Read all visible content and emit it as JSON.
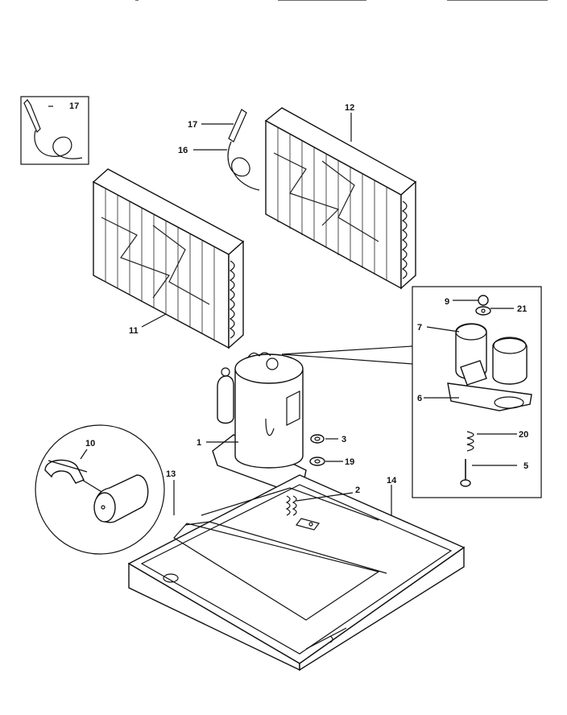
{
  "callouts": {
    "c1": "1",
    "c2": "2",
    "c3": "3",
    "c5": "5",
    "c6": "6",
    "c7": "7",
    "c9": "9",
    "c10": "10",
    "c11": "11",
    "c12": "12",
    "c13": "13",
    "c14": "14",
    "c16": "16",
    "c17a": "17",
    "c17b": "17",
    "c19": "19",
    "c20": "20",
    "c21": "21"
  }
}
